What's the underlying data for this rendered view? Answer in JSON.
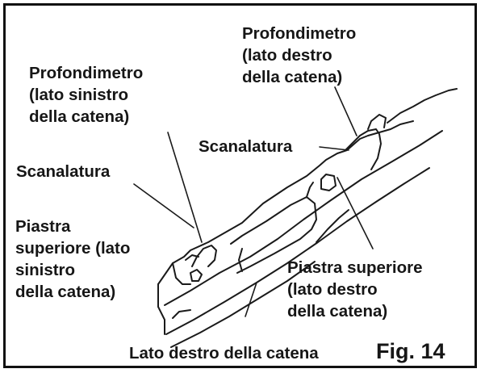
{
  "diagram": {
    "labels": {
      "depth_gauge_right": [
        "Profondimetro",
        "(lato destro",
        "della catena)"
      ],
      "depth_gauge_left": [
        "Profondimetro",
        "(lato sinistro",
        "della catena)"
      ],
      "groove_right": "Scanalatura",
      "groove_left": "Scanalatura",
      "top_plate_left": [
        "Piastra",
        "superiore (lato",
        "sinistro",
        "della catena)"
      ],
      "top_plate_right": [
        "Piastra superiore",
        "(lato destro",
        "della catena)"
      ],
      "right_side_chain": "Lato destro della catena",
      "figure_number": "Fig. 14"
    },
    "colors": {
      "ink": "#161616",
      "background": "#ffffff"
    }
  }
}
